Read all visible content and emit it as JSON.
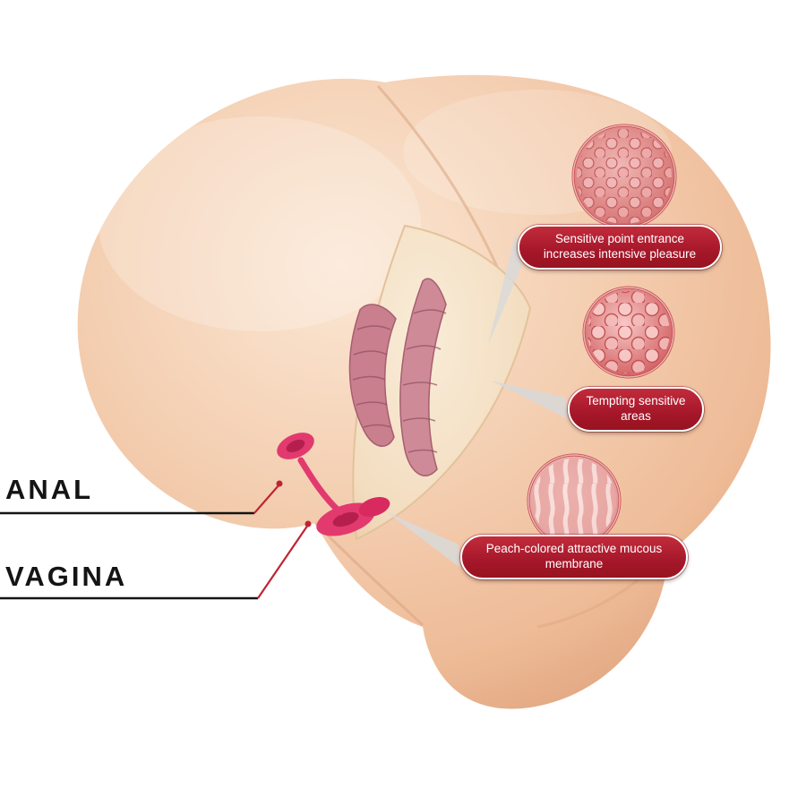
{
  "annotations": {
    "anal_label": "ANAL",
    "vagina_label": "VAGINA"
  },
  "callouts": [
    {
      "id": "sensitive-point-entrance",
      "text": "Sensitive point entrance increases intensive pleasure"
    },
    {
      "id": "tempting-sensitive-areas",
      "text": "Tempting sensitive areas"
    },
    {
      "id": "mucous-membrane",
      "text": "Peach-colored attractive mucous membrane"
    }
  ],
  "colors": {
    "callout_red": "#a5172a",
    "callout_border": "#ffffff",
    "label_black": "#141414",
    "leader_red": "#bf2433",
    "leader_gray": "#d9d9d9",
    "skin_light": "#fae3cf",
    "skin_mid": "#f2c9ab",
    "skin_shadow": "#e2a888",
    "cutaway_cream": "#f7e6cf",
    "inner_pink": "#cf8a97",
    "accent_magenta": "#e23a6e"
  }
}
